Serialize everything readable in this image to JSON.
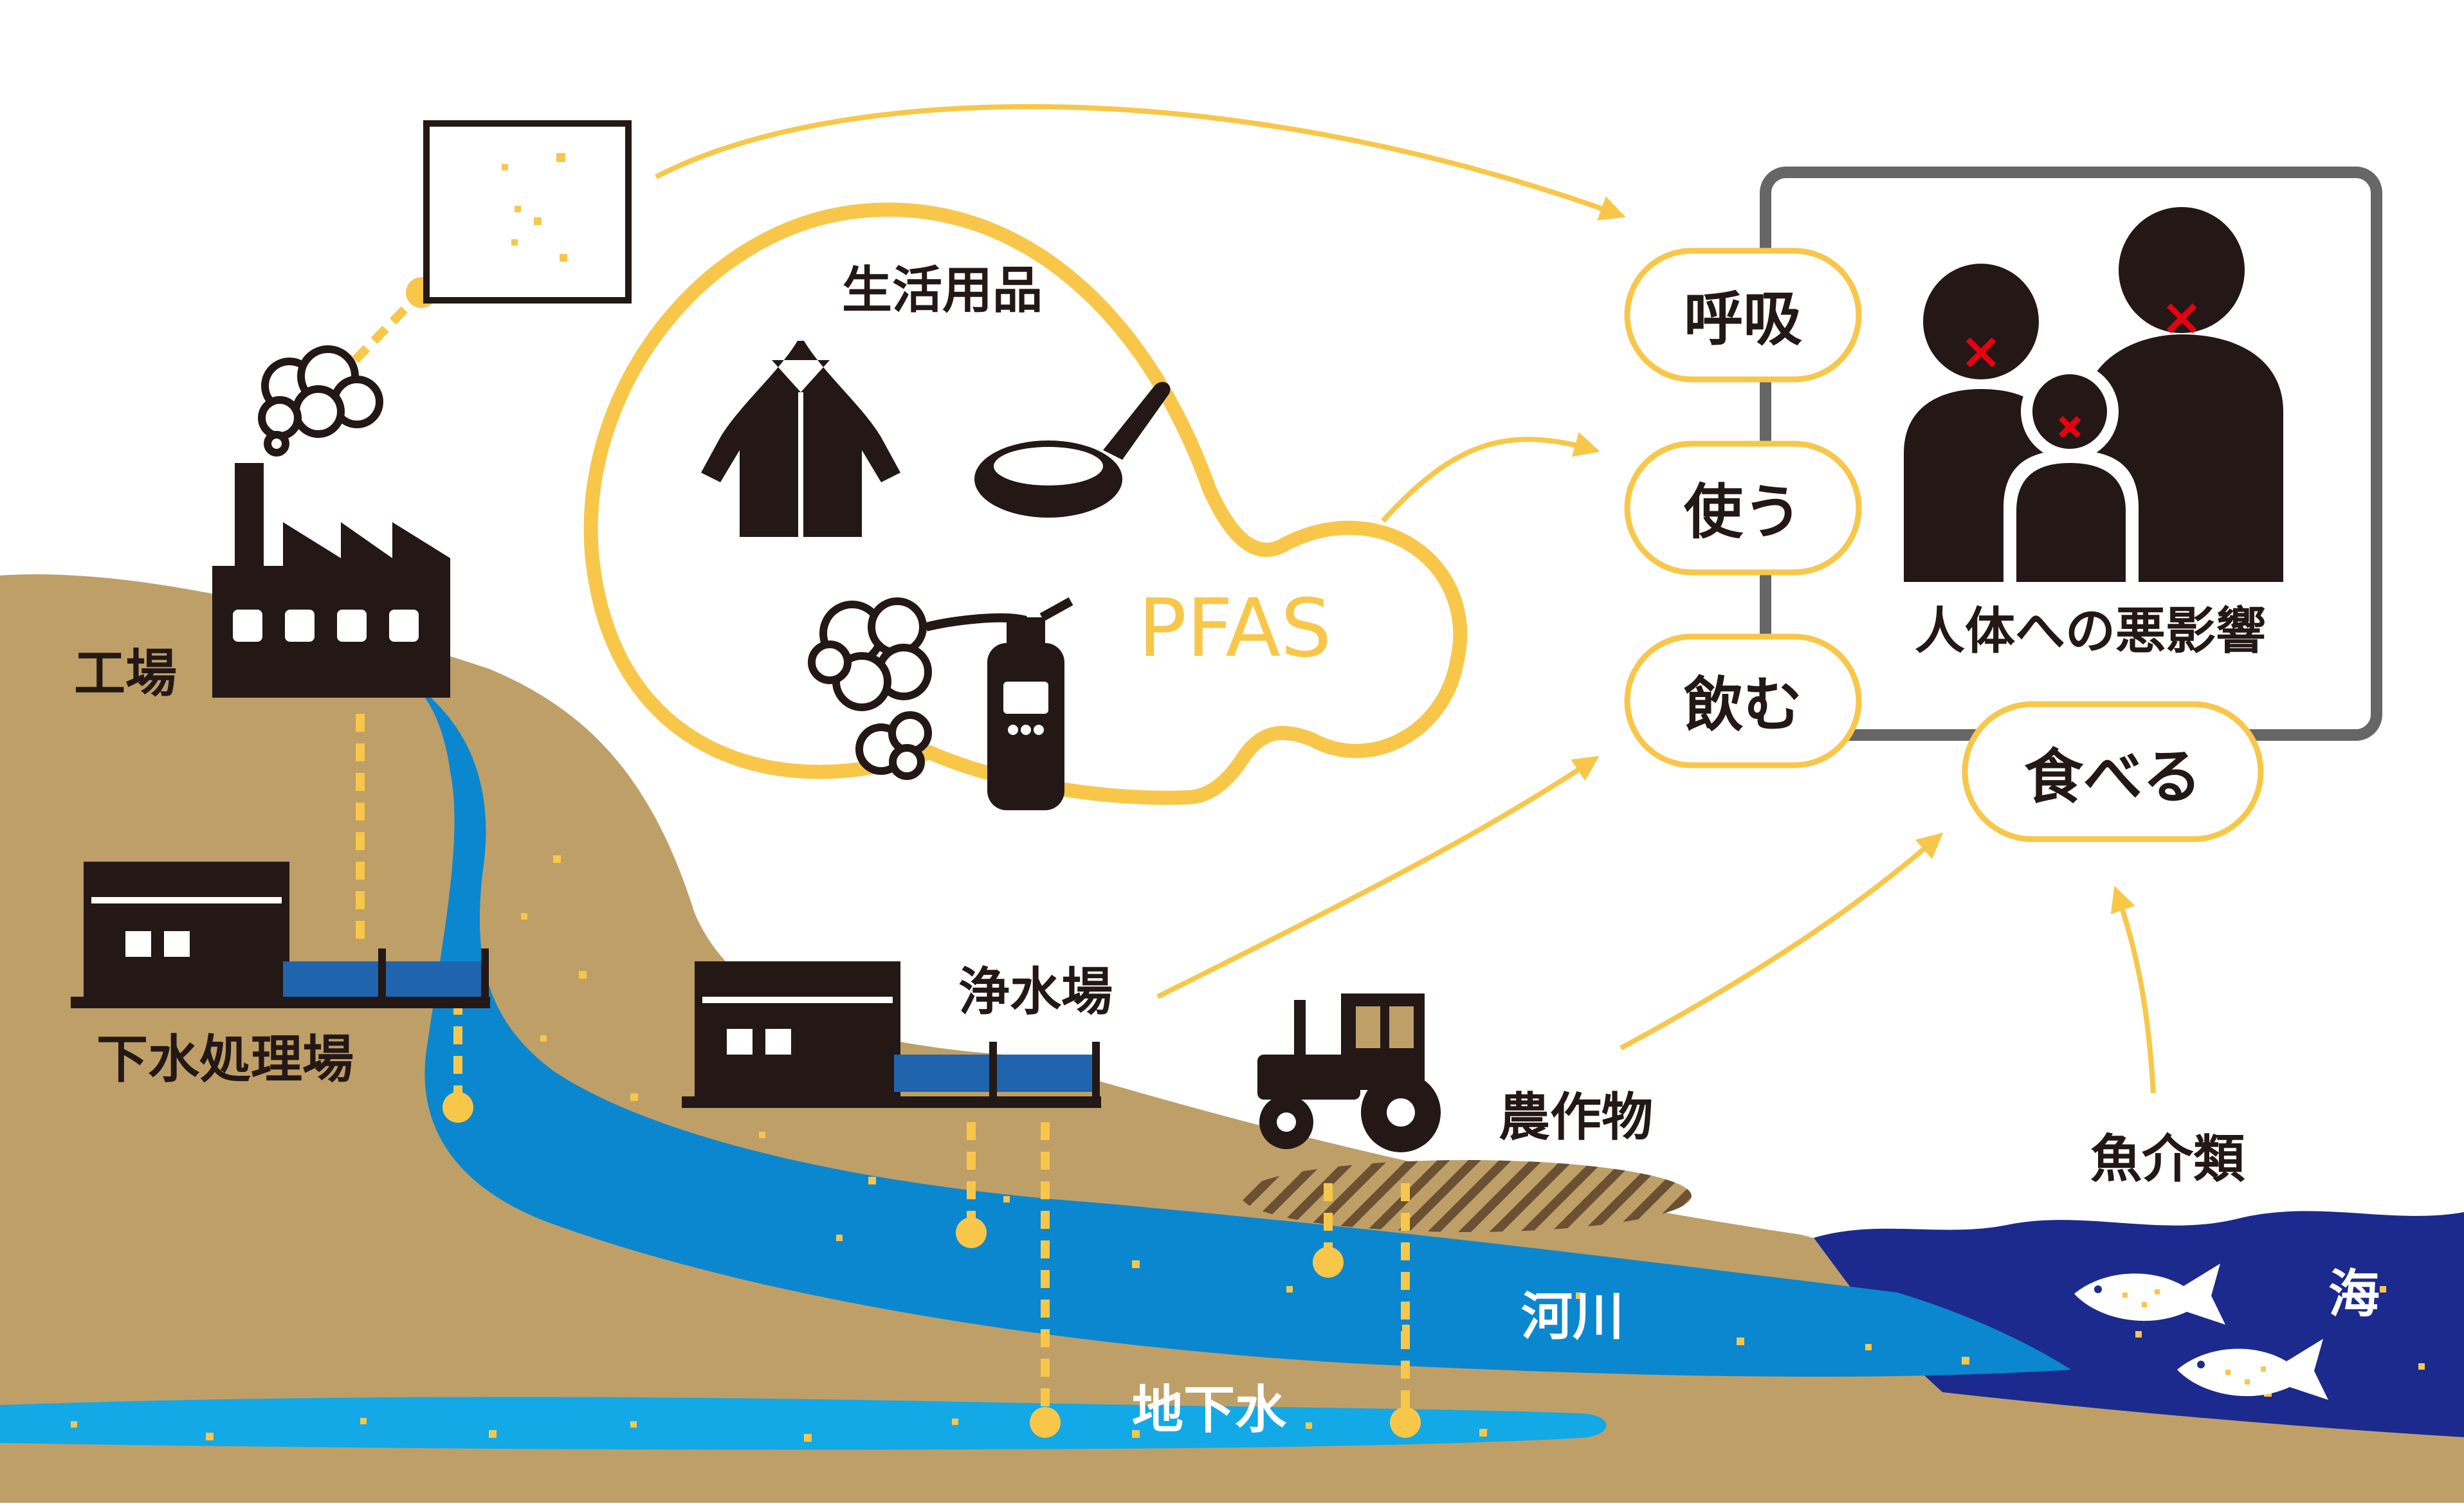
{
  "labels": {
    "factory": "工場",
    "sewage_plant": "下水処理場",
    "water_plant": "浄水場",
    "crops": "農作物",
    "river": "河川",
    "groundwater": "地下水",
    "sea": "海",
    "seafood": "魚介類",
    "daily_goods": "生活用品",
    "pfas": "PFAS",
    "health_effect": "人体への悪影響"
  },
  "routes": {
    "breathe": "呼吸",
    "use": "使う",
    "drink": "飲む",
    "eat": "食べる"
  },
  "colors": {
    "soil": "#bf9f68",
    "river": "#0b87cf",
    "groundwater": "#12a9e6",
    "sea": "#1b2a8c",
    "accent": "#f8c74a",
    "building": "#231815",
    "tank": "#1f64ad",
    "frame": "#666666",
    "mark": "#e60012"
  }
}
